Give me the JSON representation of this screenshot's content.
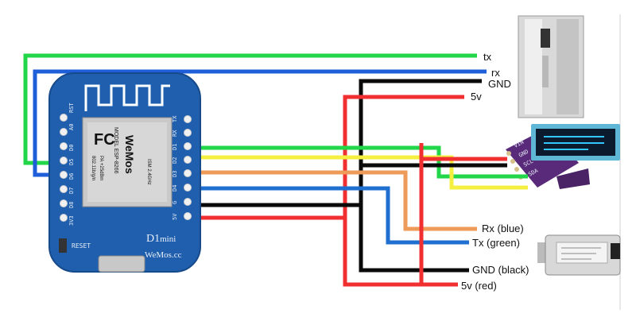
{
  "board": {
    "brand_logo": "WeMos",
    "model_line": "MODEL ESP-8266",
    "spec_1": "ISM 2.4GHz",
    "spec_2": "PA +25dBm",
    "spec_3": "802.11b/g/n",
    "fcc_mark": "FC",
    "name_main": "D1",
    "name_sub": "mini",
    "site": "WeMos.cc",
    "reset_label": "RESET",
    "left_pins": [
      "RST",
      "A0",
      "D0",
      "D5",
      "D6",
      "D7",
      "D8",
      "3V3"
    ],
    "right_pins": [
      "TX",
      "RX",
      "D1",
      "D2",
      "D3",
      "D4",
      "G",
      "5V"
    ],
    "color": "#1f5fae"
  },
  "labels": {
    "tx": "tx",
    "rx": "rx",
    "gnd_top": "GND",
    "v5_top": "5v",
    "rx_blue": "Rx (blue)",
    "tx_green": "Tx (green)",
    "gnd_black": "GND (black)",
    "v5_red": "5v (red)"
  },
  "oled": {
    "pins": [
      "VIN",
      "GND",
      "SCL",
      "SDA"
    ],
    "color": "#5a2a7a"
  },
  "wire_colors": {
    "green": "#22d64a",
    "blue": "#1e5fd9",
    "black": "#0a0a0a",
    "red": "#f03030",
    "yellow": "#f5f040",
    "orange": "#ee9a58",
    "blue2": "#1f6fd0"
  },
  "icons": [
    "pm-sensor-icon",
    "oled-module-icon",
    "co2-sensor-icon",
    "wifi-antenna-icon"
  ]
}
